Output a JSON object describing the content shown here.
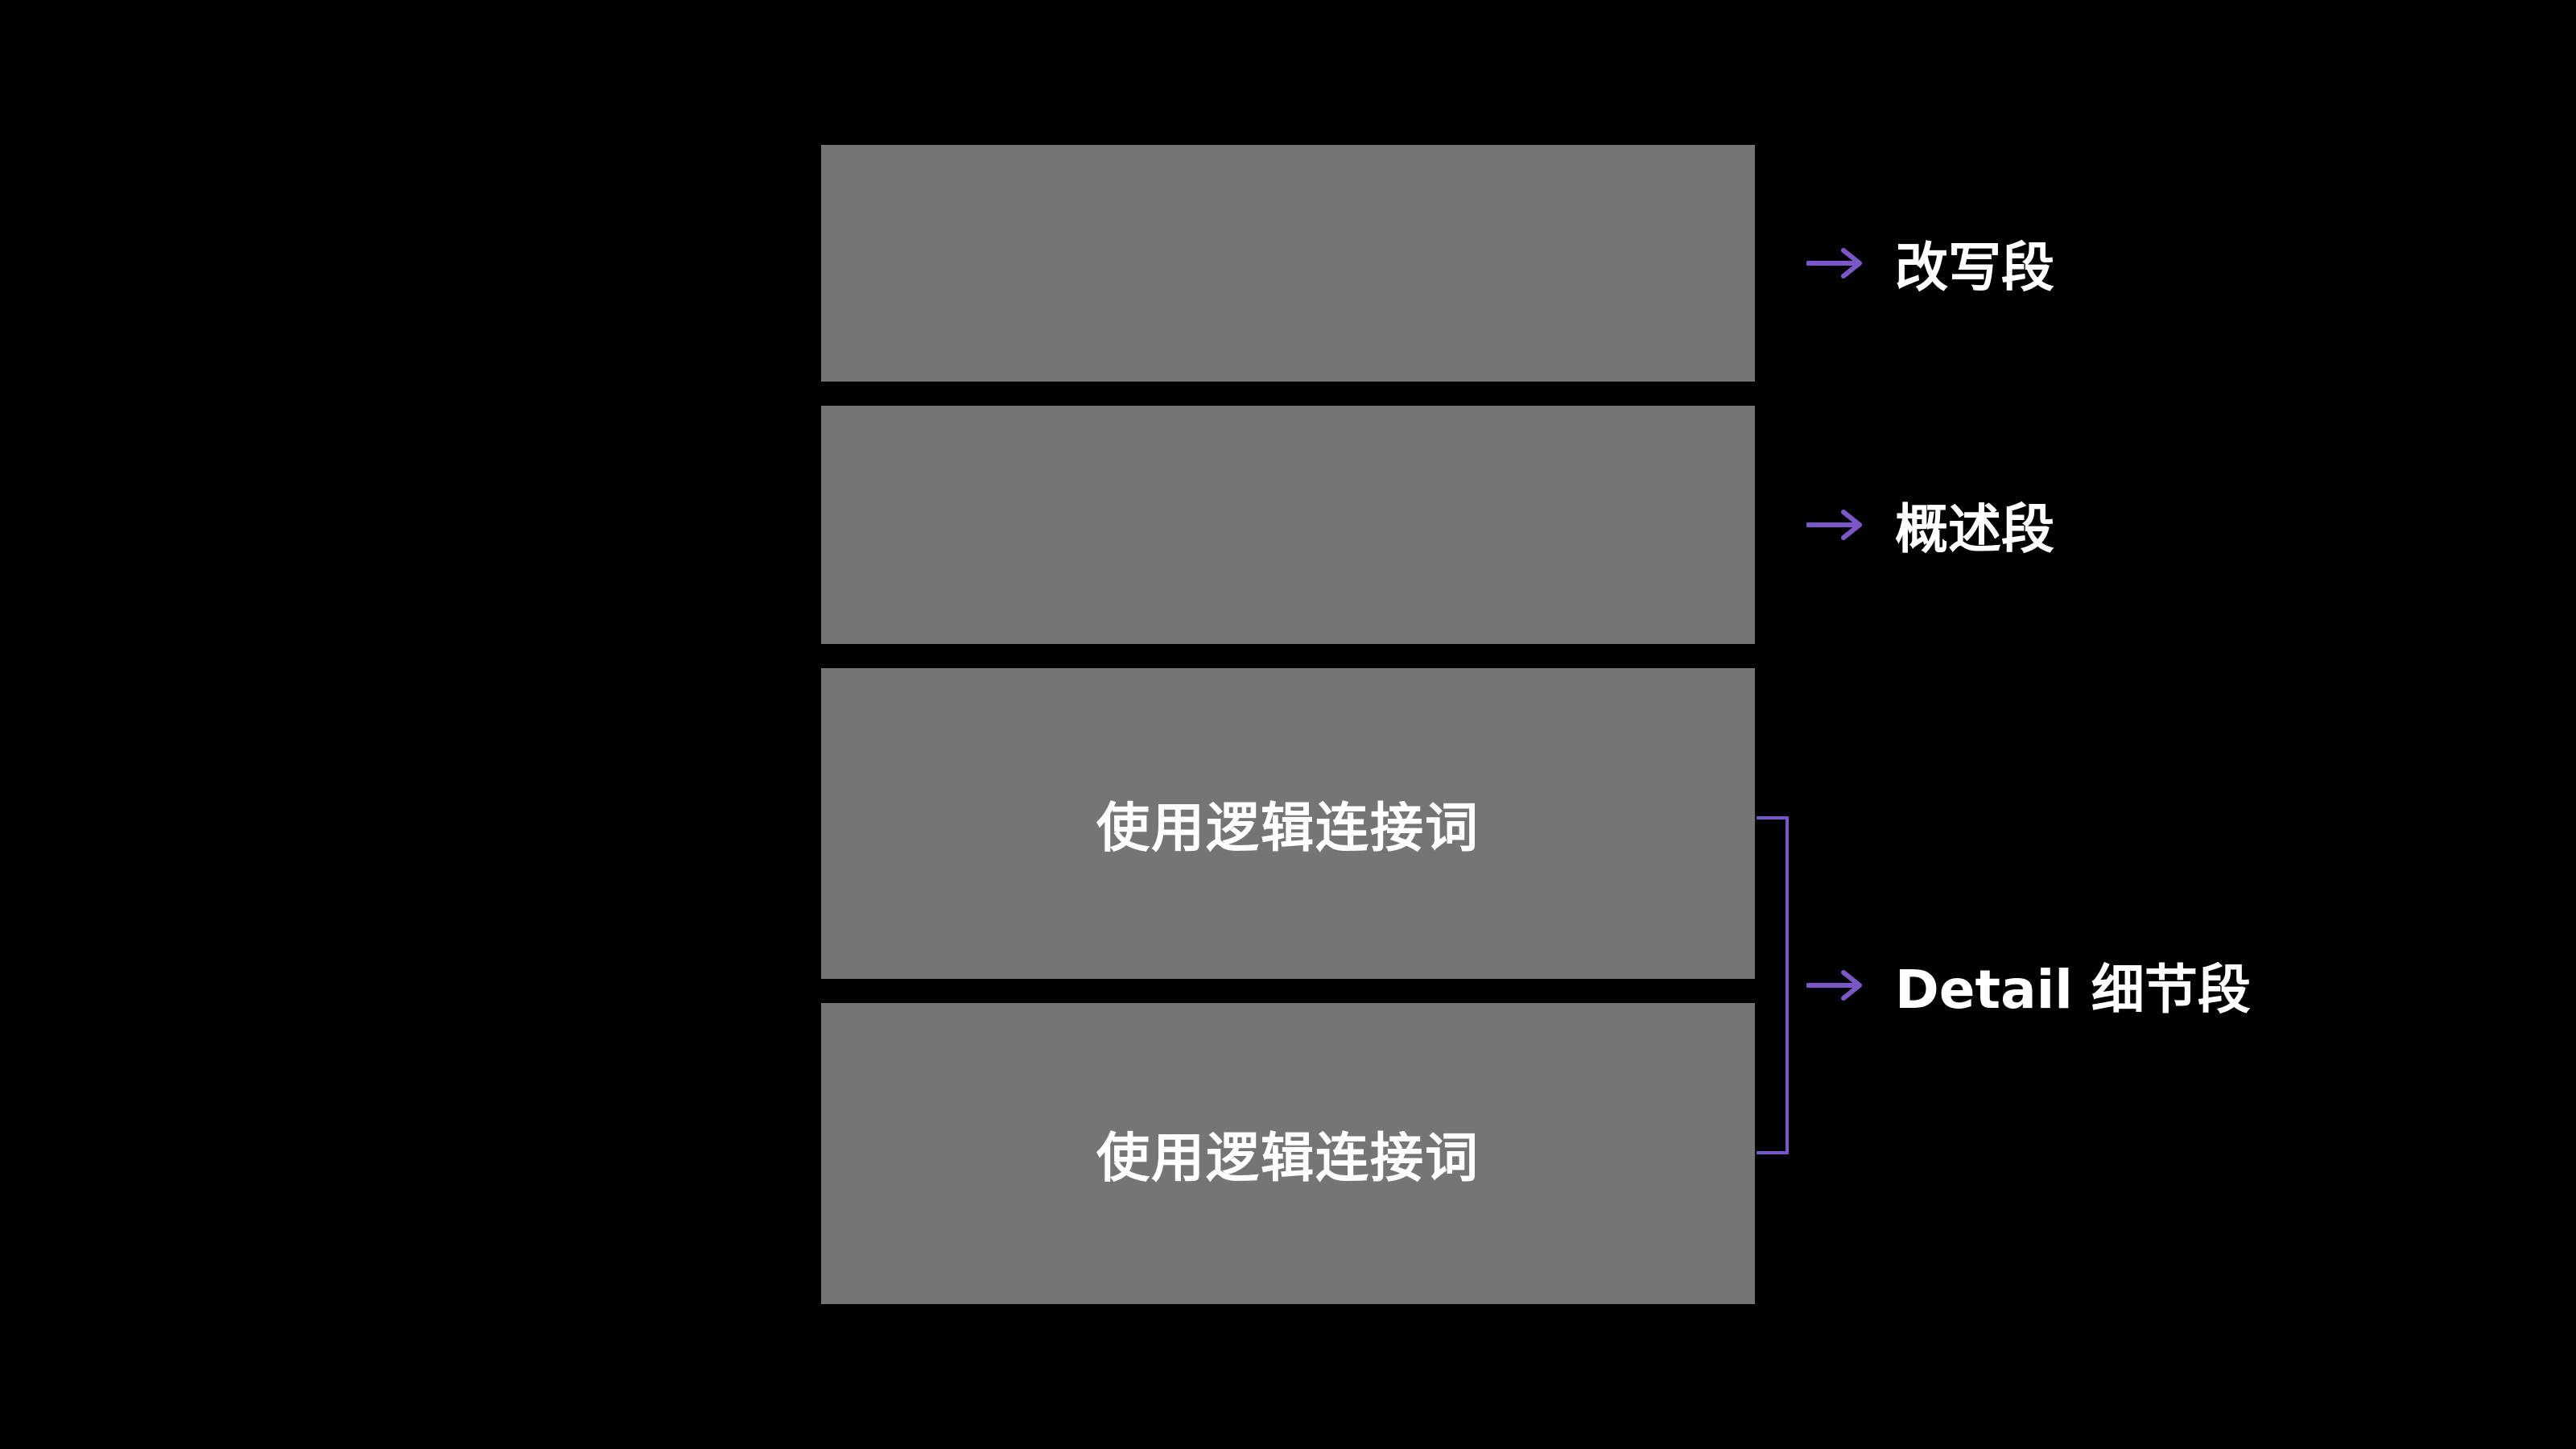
{
  "accent_color": "#7b56c8",
  "block_color": "#757575",
  "background_color": "#000000",
  "blocks": [
    {
      "text": ""
    },
    {
      "text": ""
    },
    {
      "text": "使用逻辑连接词"
    },
    {
      "text": "使用逻辑连接词"
    }
  ],
  "labels": [
    {
      "text": "改写段",
      "icon": "arrow-right-icon"
    },
    {
      "text": "概述段",
      "icon": "arrow-right-icon"
    },
    {
      "text": "Detail 细节段",
      "icon": "arrow-right-icon"
    }
  ]
}
